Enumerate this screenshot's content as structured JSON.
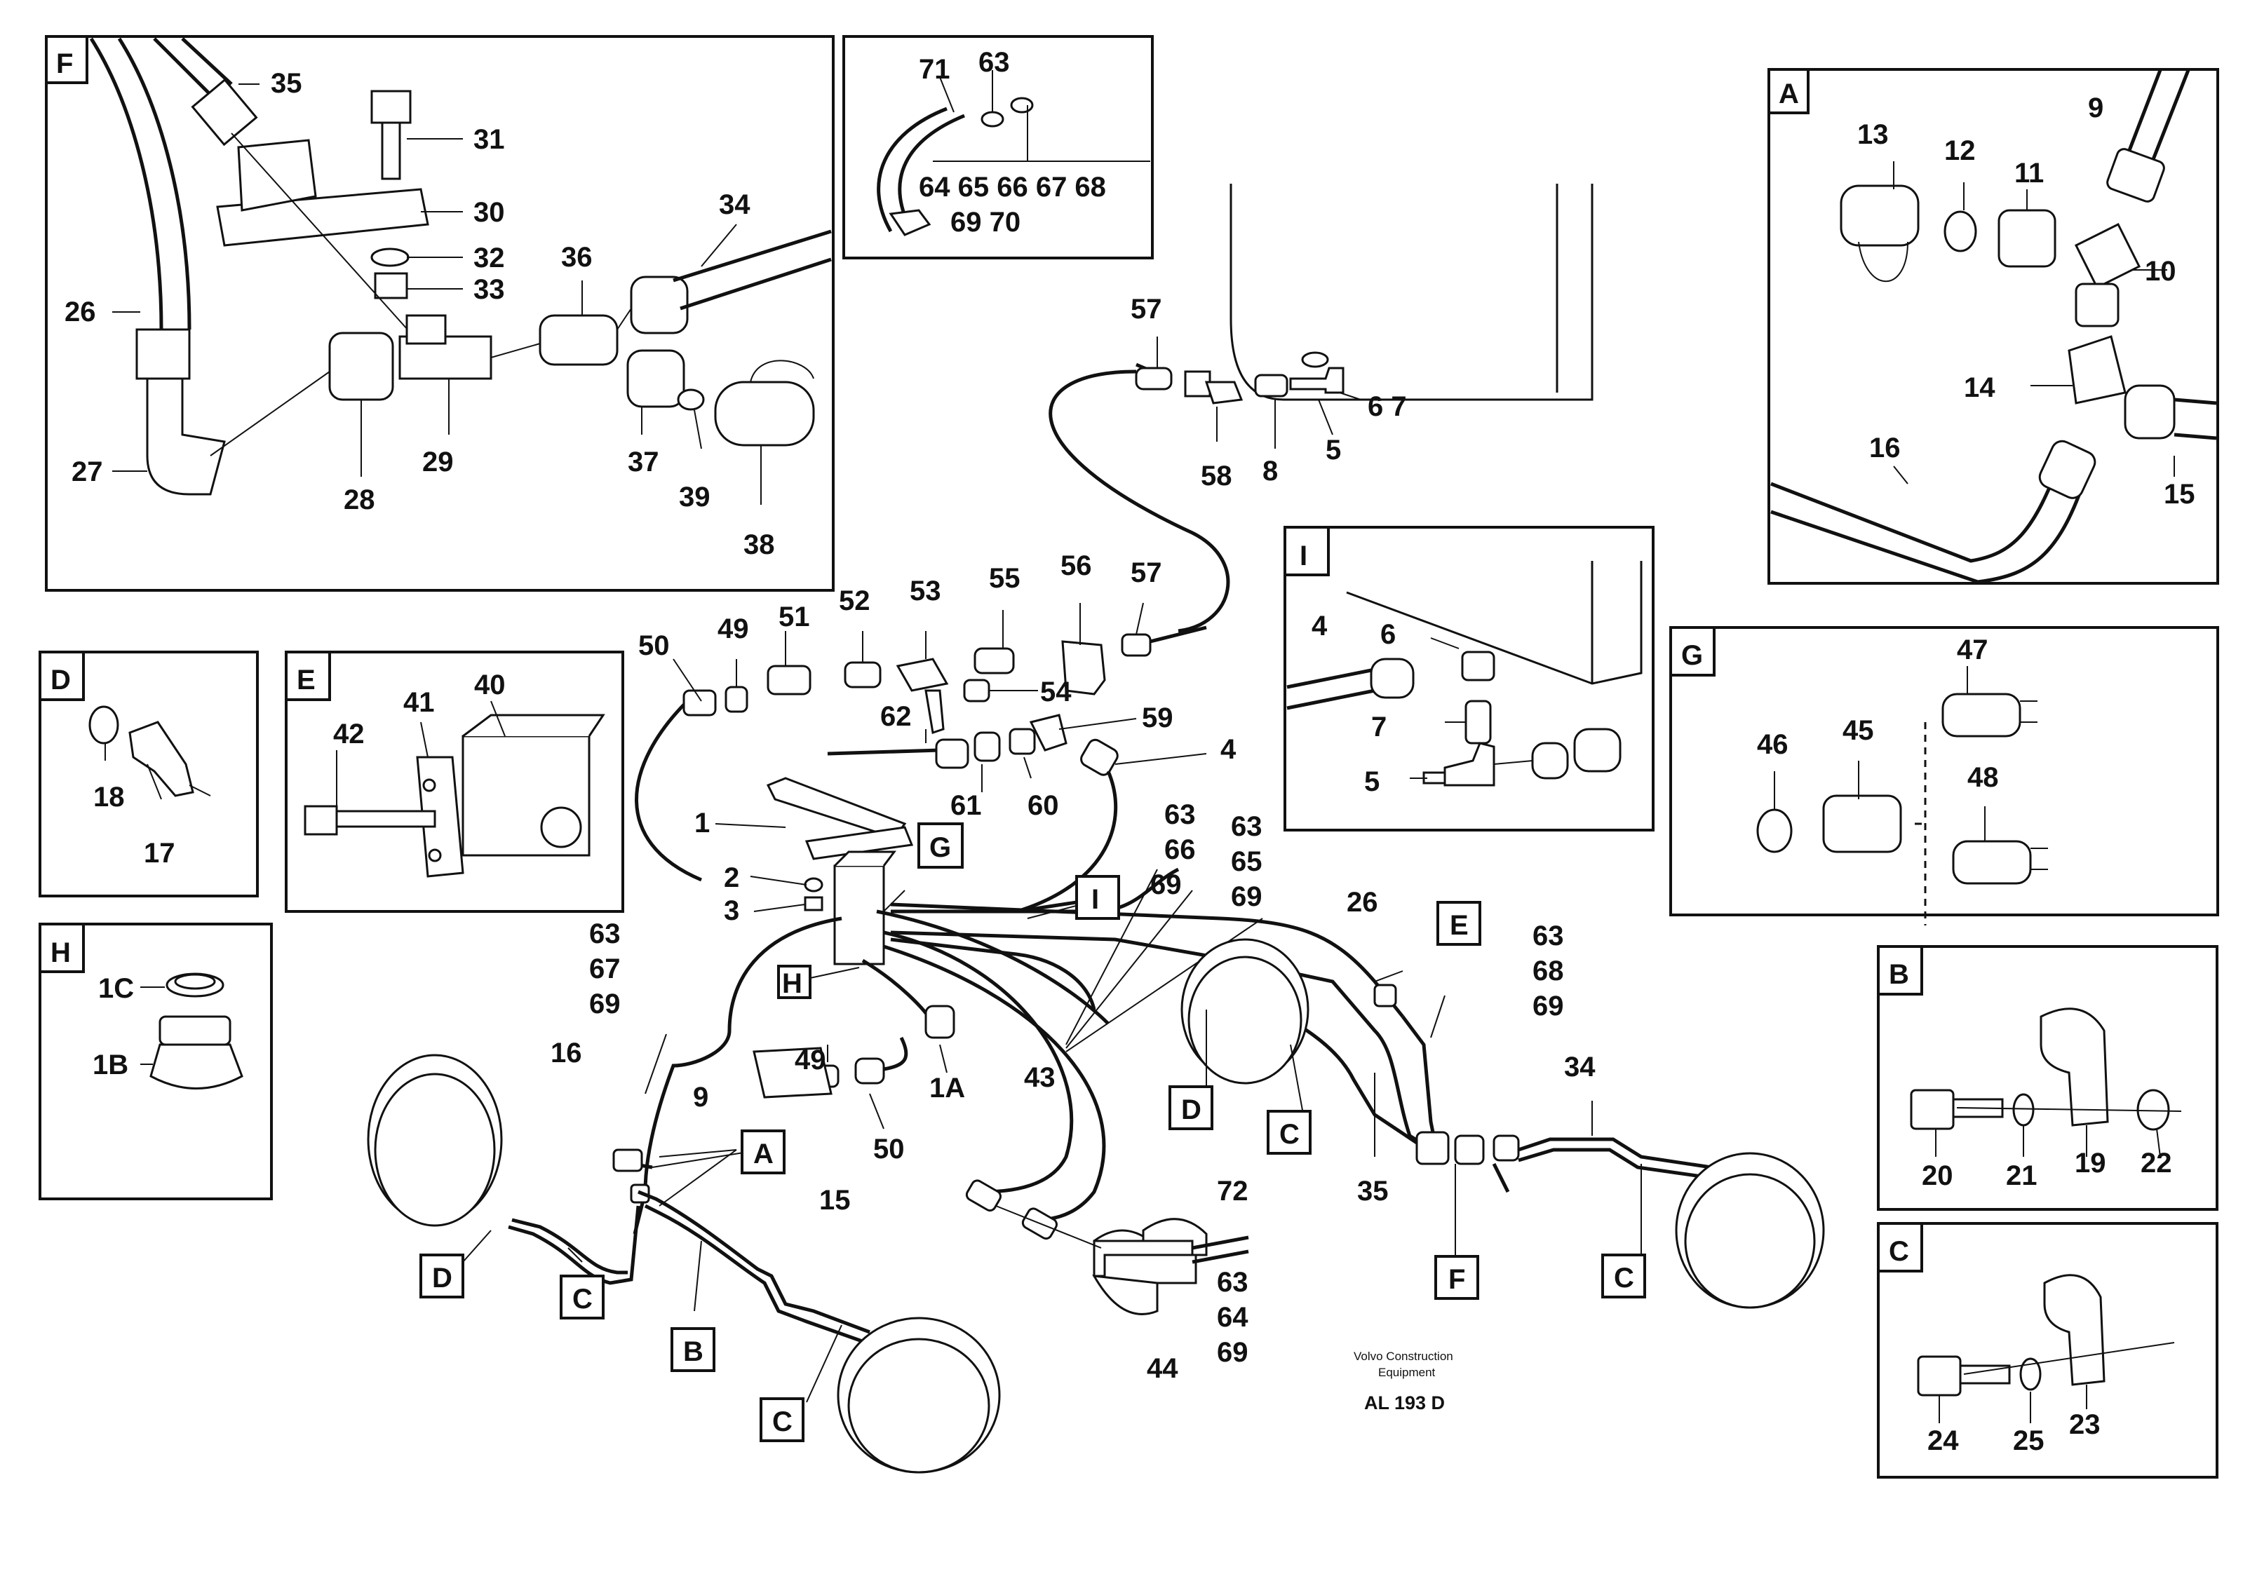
{
  "footer": {
    "company_line1": "Volvo Construction",
    "company_line2": "Equipment",
    "code": "AL 193 D"
  },
  "detail_boxes": [
    "F",
    "A",
    "D",
    "E",
    "H",
    "I",
    "G",
    "B",
    "C"
  ],
  "callouts": {
    "c35": "35",
    "c31": "31",
    "c30": "30",
    "c32": "32",
    "c33": "33",
    "c34": "34",
    "c36": "36",
    "c26": "26",
    "c27": "27",
    "c28": "28",
    "c29": "29",
    "c37": "37",
    "c39": "39",
    "c38": "38",
    "c71": "71",
    "c63a": "63",
    "r64": "64 65  66 67 68",
    "r69": "69 70",
    "c13": "13",
    "c12": "12",
    "c11": "11",
    "c9": "9",
    "c10": "10",
    "c14": "14",
    "c16": "16",
    "c15": "15",
    "c57a": "57",
    "c6_7": "6 7",
    "c58": "58",
    "c8": "8",
    "c5": "5",
    "c50": "50",
    "c49": "49",
    "c51": "51",
    "c52": "52",
    "c53": "53",
    "c55": "55",
    "c56": "56",
    "c57b": "57",
    "c54": "54",
    "c62": "62",
    "c59": "59",
    "c4": "4",
    "c61": "61",
    "c60": "60",
    "c18": "18",
    "c17": "17",
    "c42": "42",
    "c41": "41",
    "c40": "40",
    "c1C": "1C",
    "c1B": "1B",
    "iI4": "4",
    "iI6": "6",
    "iI7": "7",
    "iI5": "5",
    "c47": "47",
    "c46": "46",
    "c45": "45",
    "c48": "48",
    "c20": "20",
    "c21": "21",
    "c19": "19",
    "c22": "22",
    "c24": "24",
    "c25": "25",
    "c23": "23",
    "m1": "1",
    "m2": "2",
    "m3": "3",
    "g63a": "63",
    "g67": "67",
    "g69a": "69",
    "g63b": "63",
    "g66": "66",
    "g69b": "69",
    "g63c": "63",
    "g65": "65",
    "g69c": "69",
    "g26": "26",
    "g63d": "63",
    "g68": "68",
    "g69d": "69",
    "m16": "16",
    "m9": "9",
    "m49": "49",
    "m1A": "1A",
    "m50": "50",
    "m43": "43",
    "m34": "34",
    "m35": "35",
    "m15": "15",
    "m72": "72",
    "m63e": "63",
    "m64": "64",
    "m69e": "69",
    "m44": "44"
  },
  "tags": {
    "G": "G",
    "H": "H",
    "I": "I",
    "E": "E",
    "A": "A",
    "D1": "D",
    "C1": "C",
    "D2": "D",
    "C2": "C",
    "B": "B",
    "C3": "C",
    "F": "F",
    "C4": "C"
  }
}
